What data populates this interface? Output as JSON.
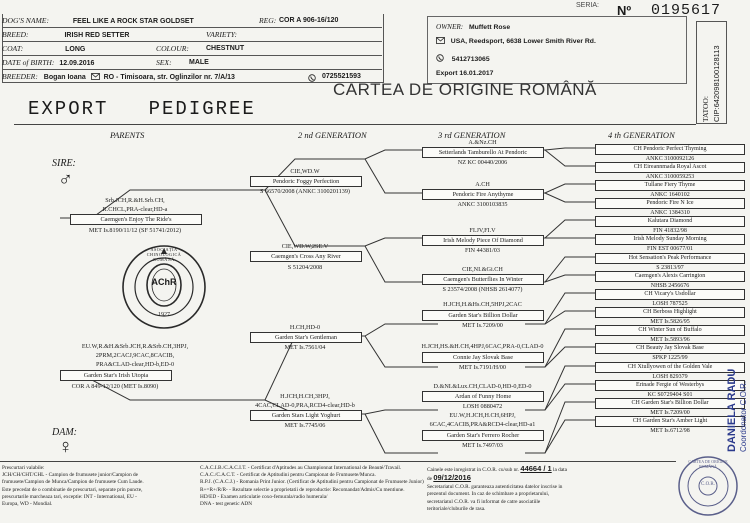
{
  "serial": {
    "label": "SERIA:",
    "no_label": "Nº",
    "number": "0195617"
  },
  "header": {
    "dogs_name_label": "DOG'S NAME:",
    "dogs_name": "FEEL LIKE A ROCK STAR GOLDSET",
    "reg_label": "REG:",
    "reg": "COR A 906-16/120",
    "breed_label": "BREED:",
    "breed": "IRISH RED SETTER",
    "variety_label": "VARIETY:",
    "coat_label": "COAT:",
    "coat": "LONG",
    "colour_label": "COLOUR:",
    "colour": "CHESTNUT",
    "dob_label": "DATE of BIRTH:",
    "dob": "12.09.2016",
    "sex_label": "SEX:",
    "sex": "MALE",
    "breeder_label": "BREEDER:",
    "breeder": "Bogan Ioana",
    "breeder_addr": "RO - Timisoara, str. Oglinzilor nr. 7/A/13",
    "breeder_phone": "0725521593"
  },
  "owner": {
    "owner_label": "OWNER:",
    "owner": "Muffett Rose",
    "address": "USA, Reedsport, 6638 Lower Smith River Rd.",
    "phone": "5412713065",
    "export": "Export 16.01.2017"
  },
  "titles": {
    "cartea": "CARTEA DE ORIGINE ROMÂNĂ",
    "export_pedigree": "EXPORT   PEDIGREE"
  },
  "tatoo": {
    "label": "TATOO:",
    "chip": "CIP:642098100128113"
  },
  "generations": {
    "parents": "PARENTS",
    "g2": "2 nd GENERATION",
    "g3": "3 rd GENERATION",
    "g4": "4 th GENERATION"
  },
  "sire": {
    "label": "SIRE:",
    "symbol": "♂",
    "titles1": "Srb.JCH,R.&H.Srb.CH,",
    "titles2": "R.CHCL,PRA-clear,HD-a",
    "name": "Caemgen's Enjoy The Ride's",
    "reg": "MET Is.8190/11/12 (SF 51741/2012)"
  },
  "dam": {
    "label": "DAM:",
    "symbol": "♀",
    "titles1": "EU.W,R.&H.&Srb.JCH,R.&Srb.CH,3HPJ,",
    "titles2": "2PRM,2CACJ,9CAC,8CACIB,",
    "titles3": "PRA&CLAD-clear,HD-b,ED-0",
    "name": "Garden Star's Irish Utopia",
    "reg": "COR A 849-12/120 (MET Is.8090)"
  },
  "g2": [
    {
      "titles": "CIE,WD.W",
      "name": "Pendoric Foggy Perfection",
      "reg": "S 66570/2008 (ANKC 3100201139)"
    },
    {
      "titles": "CIE,WD.W,2SE.V",
      "name": "Caemgen's Cross Any River",
      "reg": "S 51204/2008"
    },
    {
      "titles": "H.CH,HD-0",
      "name": "Garden Star's Gentleman",
      "reg": "MET Is.7561/04"
    },
    {
      "titles": "H.JCH,H.CH,3HPJ,",
      "titles2": "4CAC,CLAD-0,PRA,RCD4-clear,HD-b",
      "name": "Garden Stars Light Yoghurt",
      "reg": "MET Is.7745/06"
    }
  ],
  "g3": [
    {
      "titles": "A.&Nz.CH",
      "name": "Setterlands Tamburello At Pendoric",
      "reg": "NZ KC 00440/2006"
    },
    {
      "titles": "A.CH",
      "name": "Pendoric Fire Anythyme",
      "reg": "ANKC 3100103835"
    },
    {
      "titles": "FI.JV,FI.V",
      "name": "Irish Melody Piece Of Diamond",
      "reg": "FIN 44381/03"
    },
    {
      "titles": "CIE,NI.&Gi.CH",
      "name": "Caemgen's Butterflies In Winter",
      "reg": "S 23574/2008 (NHSB 2614077)"
    },
    {
      "titles": "H.JCH,H.&Hs.CH,5HPJ,2CAC",
      "name": "Garden Star's Billion Dollar",
      "reg": "MET Is.7209/00"
    },
    {
      "titles": "H.JCH,HS.&H.CH,4HPJ,6CAC,PRA-0,CLAD-0",
      "name": "Connie Jay Slovak Base",
      "reg": "MET Is.7191/H/00"
    },
    {
      "titles": "D.&NI.&Lux.CH,CLAD-0,HD-0,ED-0",
      "name": "Ardan of Funny Home",
      "reg": "LOSH 0880472"
    },
    {
      "titles": "EU.W,H.JCH,H.CH,6HPJ,",
      "titles2": "6CAC,4CACIB,PRA&RCD4-clear,HD-a1",
      "name": "Garden Star's Ferrero Rocher",
      "reg": "MET Is.7497/03"
    }
  ],
  "g4": [
    {
      "name": "CH Pendoric Perfect Thyming",
      "reg": "ANKC 3100092126"
    },
    {
      "name": "CH Eireannmada Royal Ascot",
      "reg": "ANKC 3100059253"
    },
    {
      "name": "Tullane Fiery Thyme",
      "reg": "ANKC 1640102"
    },
    {
      "name": "Pendoric Fire N Ice",
      "reg": "ANKC 1384310"
    },
    {
      "name": "Kalutara Diamond",
      "reg": "FIN 41832/98"
    },
    {
      "name": "Irish Melody Sunday Morning",
      "reg": "FIN EST 00677/01"
    },
    {
      "name": "Hot Sensation's Peak Performance",
      "reg": "S 23813/97"
    },
    {
      "name": "Caemgen's Alexis Carrington",
      "reg": "NHSB 2456676"
    },
    {
      "name": "CH Vicary's Usdollar",
      "reg": "LOSH 787525"
    },
    {
      "name": "CH Berboss Highlight",
      "reg": "MET Is.5826/95"
    },
    {
      "name": "CH Winter Sun of Buffalo",
      "reg": "MET Is.5893/96"
    },
    {
      "name": "CH Beauty Jay Slovak Base",
      "reg": "SPKP 1225/99"
    },
    {
      "name": "CH Xtullyowen of the Golden Vale",
      "reg": "LOSH 829379"
    },
    {
      "name": "Erinade Fergie of Westerbys",
      "reg": "KC S0729404 S01"
    },
    {
      "name": "CH Garden Star's Billion Dollar",
      "reg": "MET Is.7209/00"
    },
    {
      "name": "CH Garden Star's Amber Light",
      "reg": "MET Is.6712/98"
    }
  ],
  "emblem": {
    "ring": "ASOCIAȚIA CHINOLOGICĂ ROMÂNĂ",
    "mono": "AChR",
    "year": "1927"
  },
  "legend_left": [
    "Prescurtari valabile:",
    "JCH/CH/CHT/CHL - Campion de frumusete junior/Campion de",
    "frumusete/Campion de Munca/Campion de frumusete Cum Laude.",
    "Este precedat de o combinatie de prescurtari, separate prin puncte,",
    "prescurtarile marcheaza tari, exceptie: INT - International, EU -",
    "Europa, WD - Mondial."
  ],
  "legend_right": [
    "C.A.C.I.B./C.A.C.I.T. - Certificat d'Aptitudes au Championnat International de Beauté/Travail.",
    "C.A.C./C.A.C.T. - Certificat de Aptitudini pentru Campionat de Frumusete/Munca.",
    "R.P.J. (C.A.C.J.) - Romania Print Junior. (Certificat de Aptitudini pentru Campionat de Frumusete Junior)",
    "R+=R+/R/R- - Rezultate selectie a proprietatii de reproductie: Recomandat/Admis/Cu mentiune.",
    "HD/ED - Examen articulatie coxo-femurala/radio humerala/",
    "DNA - test genetic ADN"
  ],
  "registration": {
    "line1": "Cainele este inregistrat in C.O.R. cu/sub nr.",
    "reg_no": "44664 / 1",
    "line1b": "la data",
    "line2": "de",
    "date": "09/12/2016",
    "line3": "Secretariatul C.O.R. garanteaza autenticitatea datelor inscrise in",
    "line4": "prezentul document. In caz de schimbare a proprietarului,",
    "line5": "secretariatul C.O.R. va fi informat de catre asociatiile",
    "line6": "teritoriale/cluburile de rasa."
  },
  "signature": {
    "name": "DANIELA RADU",
    "role": "Coordonator C.O.R."
  },
  "stamp": {
    "ring": "CARTEA DE ORIGINE ROMÂNĂ",
    "center": "C.O.R."
  }
}
